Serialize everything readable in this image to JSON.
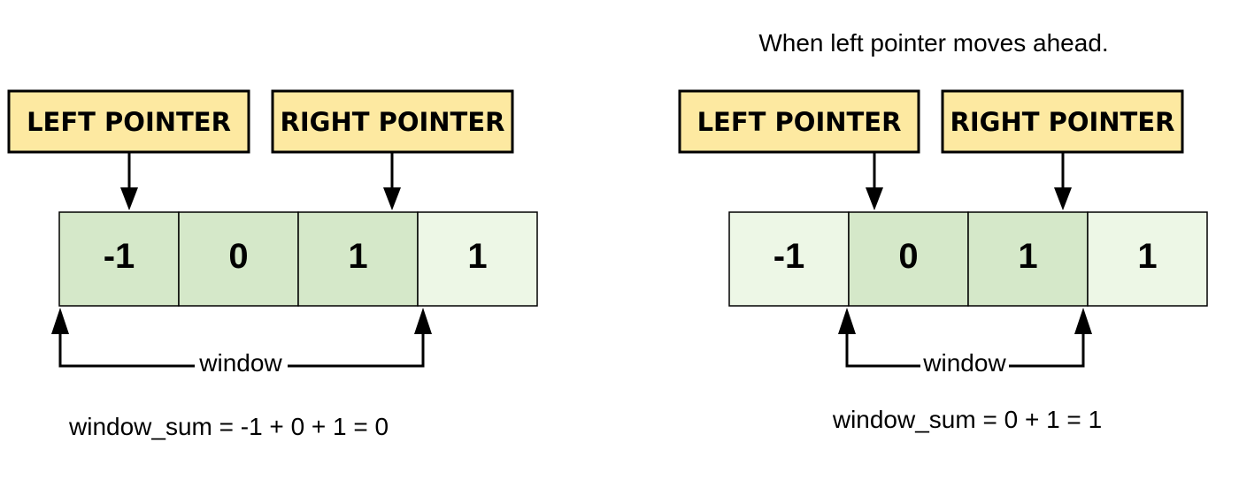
{
  "caption": "When left pointer moves ahead.",
  "colors": {
    "label_fill": "#fde9a1",
    "cell_in_window": "#d5e8c9",
    "cell_out_window": "#edf7e6",
    "stroke": "#000000"
  },
  "panels": [
    {
      "left_pointer_label": "LEFT POINTER",
      "right_pointer_label": "RIGHT POINTER",
      "cells": [
        {
          "value": "-1",
          "in_window": true
        },
        {
          "value": "0",
          "in_window": true
        },
        {
          "value": "1",
          "in_window": true
        },
        {
          "value": "1",
          "in_window": false
        }
      ],
      "left_pointer_index": 0,
      "right_pointer_index": 2,
      "window_label": "window",
      "sum_text": "window_sum = -1 + 0 + 1 = 0"
    },
    {
      "left_pointer_label": "LEFT POINTER",
      "right_pointer_label": "RIGHT POINTER",
      "cells": [
        {
          "value": "-1",
          "in_window": false
        },
        {
          "value": "0",
          "in_window": true
        },
        {
          "value": "1",
          "in_window": true
        },
        {
          "value": "1",
          "in_window": false
        }
      ],
      "left_pointer_index": 1,
      "right_pointer_index": 2,
      "window_label": "window",
      "sum_text": "window_sum = 0 + 1 = 1"
    }
  ]
}
